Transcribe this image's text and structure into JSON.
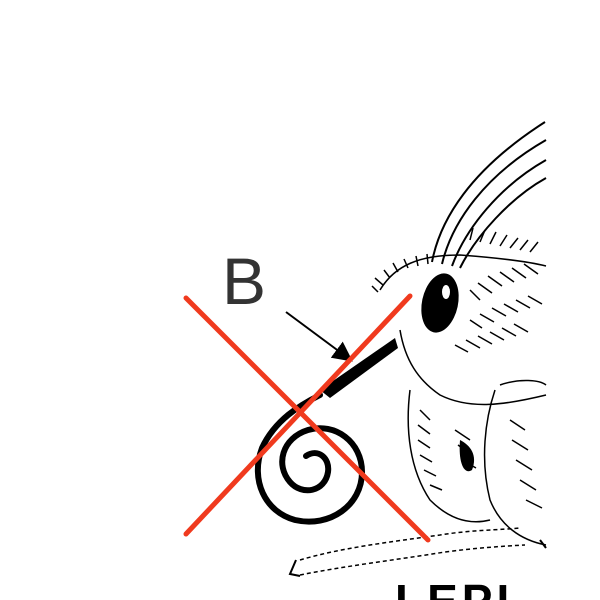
{
  "diagram": {
    "label": "B",
    "cut_off_text": "LEPI",
    "colors": {
      "cross": "#f03a1e",
      "ink": "#000000",
      "label": "#333333",
      "background": "#ffffff"
    },
    "icons": [
      "moth-head-illustration",
      "coiled-proboscis",
      "arrow",
      "red-x-cross"
    ]
  }
}
